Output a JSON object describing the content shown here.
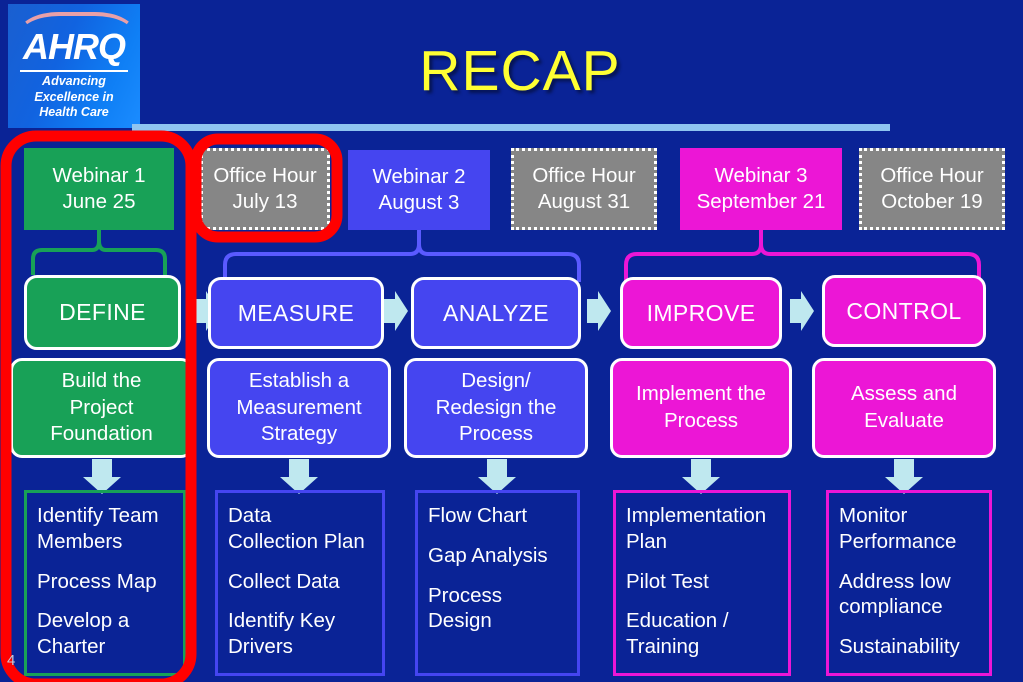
{
  "slide": {
    "title": "RECAP",
    "number": "4",
    "accent_yellow": "#ffff33",
    "background": "#0a2396",
    "divider_color": "#8fc4f0",
    "highlight_color": "#ff0000"
  },
  "logo": {
    "wordmark": "AHRQ",
    "tagline_line1": "Advancing",
    "tagline_line2": "Excellence in",
    "tagline_line3": "Health Care"
  },
  "events": [
    {
      "name": "webinar-1",
      "line1": "Webinar  1",
      "line2": "June 25",
      "color": "#18a157",
      "style": "green",
      "highlighted": true
    },
    {
      "name": "office-hour-1",
      "line1": "Office Hour",
      "line2": "July 13",
      "color": "#868686",
      "style": "gray",
      "highlighted": true
    },
    {
      "name": "webinar-2",
      "line1": "Webinar  2",
      "line2": "August  3",
      "color": "#4545f0",
      "style": "blue",
      "highlighted": false
    },
    {
      "name": "office-hour-2",
      "line1": "Office Hour",
      "line2": "August 31",
      "color": "#868686",
      "style": "gray",
      "highlighted": false
    },
    {
      "name": "webinar-3",
      "line1": "Webinar  3",
      "line2": "September 21",
      "color": "#ec16d6",
      "style": "magenta",
      "highlighted": false
    },
    {
      "name": "office-hour-3",
      "line1": "Office Hour",
      "line2": "October 19",
      "color": "#868686",
      "style": "gray",
      "highlighted": false
    }
  ],
  "phases": [
    {
      "name": "define",
      "label": "DEFINE",
      "color": "#18a157",
      "description": [
        "Build the",
        "Project",
        "Foundation"
      ],
      "deliverables": [
        [
          "Identify Team",
          "Members"
        ],
        [
          "Process Map"
        ],
        [
          "Develop a",
          "Charter"
        ]
      ]
    },
    {
      "name": "measure",
      "label": "MEASURE",
      "color": "#4545f0",
      "description": [
        "Establish a",
        "Measurement",
        "Strategy"
      ],
      "deliverables": [
        [
          "Data",
          "Collection Plan"
        ],
        [
          "Collect Data"
        ],
        [
          "Identify Key",
          "Drivers"
        ]
      ]
    },
    {
      "name": "analyze",
      "label": "ANALYZE",
      "color": "#4545f0",
      "description": [
        "Design/",
        "Redesign the",
        "Process"
      ],
      "deliverables": [
        [
          "Flow Chart"
        ],
        [
          "Gap Analysis"
        ],
        [
          "Process",
          "Design"
        ]
      ]
    },
    {
      "name": "improve",
      "label": "IMPROVE",
      "color": "#ec16d6",
      "description": [
        "Implement the",
        "Process"
      ],
      "deliverables": [
        [
          "Implementation",
          "Plan"
        ],
        [
          "Pilot Test"
        ],
        [
          "Education /",
          "Training"
        ]
      ]
    },
    {
      "name": "control",
      "label": "CONTROL",
      "color": "#ec16d6",
      "description": [
        "Assess and",
        "Evaluate"
      ],
      "deliverables": [
        [
          "Monitor",
          "Performance"
        ],
        [
          "Address low",
          "compliance"
        ],
        [
          "Sustainability"
        ]
      ]
    }
  ],
  "arrows": {
    "color": "#bfe8ef",
    "between_phases": 4,
    "down_to_deliverables": 5
  }
}
